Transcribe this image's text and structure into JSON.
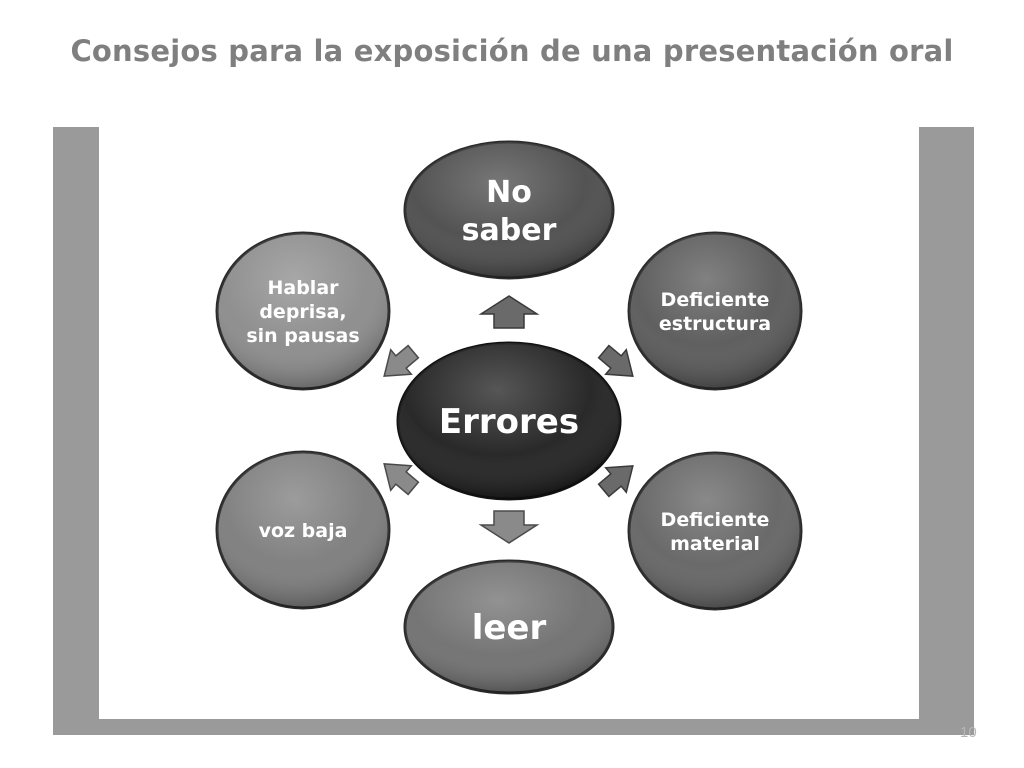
{
  "title": "Consejos para la exposición de una presentación oral",
  "diagram": {
    "center": {
      "label": "Errores",
      "color": "#1e1e1e"
    },
    "nodes": [
      {
        "lines": [
          "No",
          "saber"
        ],
        "color": "#4a4a4a"
      },
      {
        "lines": [
          "Deficiente",
          "estructura"
        ],
        "color": "#575757"
      },
      {
        "lines": [
          "Deficiente",
          "material"
        ],
        "color": "#626262"
      },
      {
        "lines": [
          "leer"
        ],
        "color": "#6e6e6e"
      },
      {
        "lines": [
          "voz baja"
        ],
        "color": "#7b7b7b"
      },
      {
        "lines": [
          "Hablar",
          "deprisa,",
          "sin pausas"
        ],
        "color": "#8a8a8a"
      }
    ]
  },
  "slide_number": "10"
}
